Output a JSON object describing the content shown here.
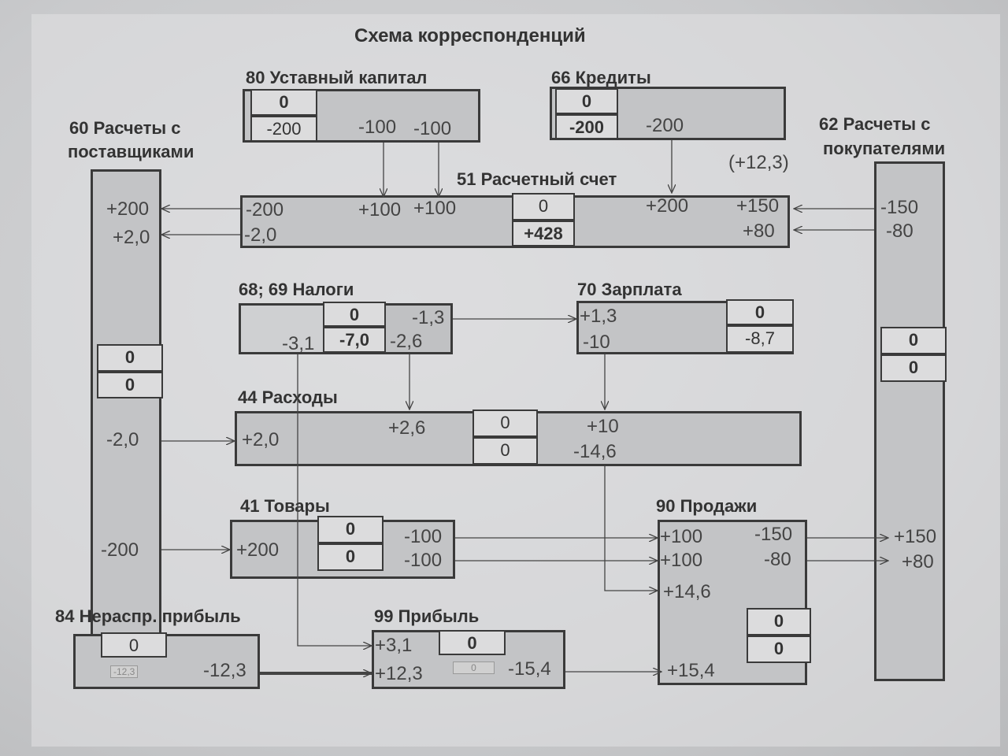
{
  "title": "Схема корреспонденций",
  "annotation": "(+12,3)",
  "a80": {
    "label": "80 Уставный капитал",
    "c1": "0",
    "c2": "-200",
    "v": [
      "-100",
      "-100"
    ]
  },
  "a66": {
    "label": "66 Кредиты",
    "c1": "0",
    "c2": "-200",
    "v": [
      "-200"
    ]
  },
  "a60": {
    "label1": "60 Расчеты с",
    "label2": "поставщиками",
    "c1": "0",
    "c2": "0",
    "v": [
      "+200",
      "+2,0",
      "-2,0",
      "-200"
    ]
  },
  "a62": {
    "label1": "62 Расчеты с",
    "label2": "покупателями",
    "c1": "0",
    "c2": "0",
    "v": [
      "-150",
      "-80",
      "+150",
      "+80"
    ]
  },
  "a51": {
    "label": "51 Расчетный счет",
    "c1": "0",
    "c2": "+428",
    "v": [
      "-200",
      "-2,0",
      "+100",
      "+100",
      "+200",
      "+150",
      "+80"
    ]
  },
  "a68": {
    "label": "68; 69 Налоги",
    "c1": "0",
    "c2": "-7,0",
    "v": [
      "-1,3",
      "-3,1",
      "-2,6"
    ]
  },
  "a70": {
    "label": "70 Зарплата",
    "c1": "0",
    "c2": "-8,7",
    "v": [
      "+1,3",
      "-10"
    ]
  },
  "a44": {
    "label": "44 Расходы",
    "c1": "0",
    "c2": "0",
    "v": [
      "+2,0",
      "+2,6",
      "+10",
      "-14,6"
    ]
  },
  "a41": {
    "label": "41 Товары",
    "c1": "0",
    "c2": "0",
    "v": [
      "+200",
      "-100",
      "-100"
    ]
  },
  "a90": {
    "label": "90 Продажи",
    "c1": "0",
    "c2": "0",
    "v": [
      "+100",
      "+100",
      "+14,6",
      "+15,4",
      "-150",
      "-80"
    ]
  },
  "a84": {
    "label": "84 Нераспр. прибыль",
    "c1": "0",
    "small": "-12,3",
    "v": [
      "-12,3"
    ]
  },
  "a99": {
    "label": "99 Прибыль",
    "c1": "0",
    "small": "0",
    "v": [
      "+3,1",
      "+12,3",
      "-15,4"
    ]
  }
}
